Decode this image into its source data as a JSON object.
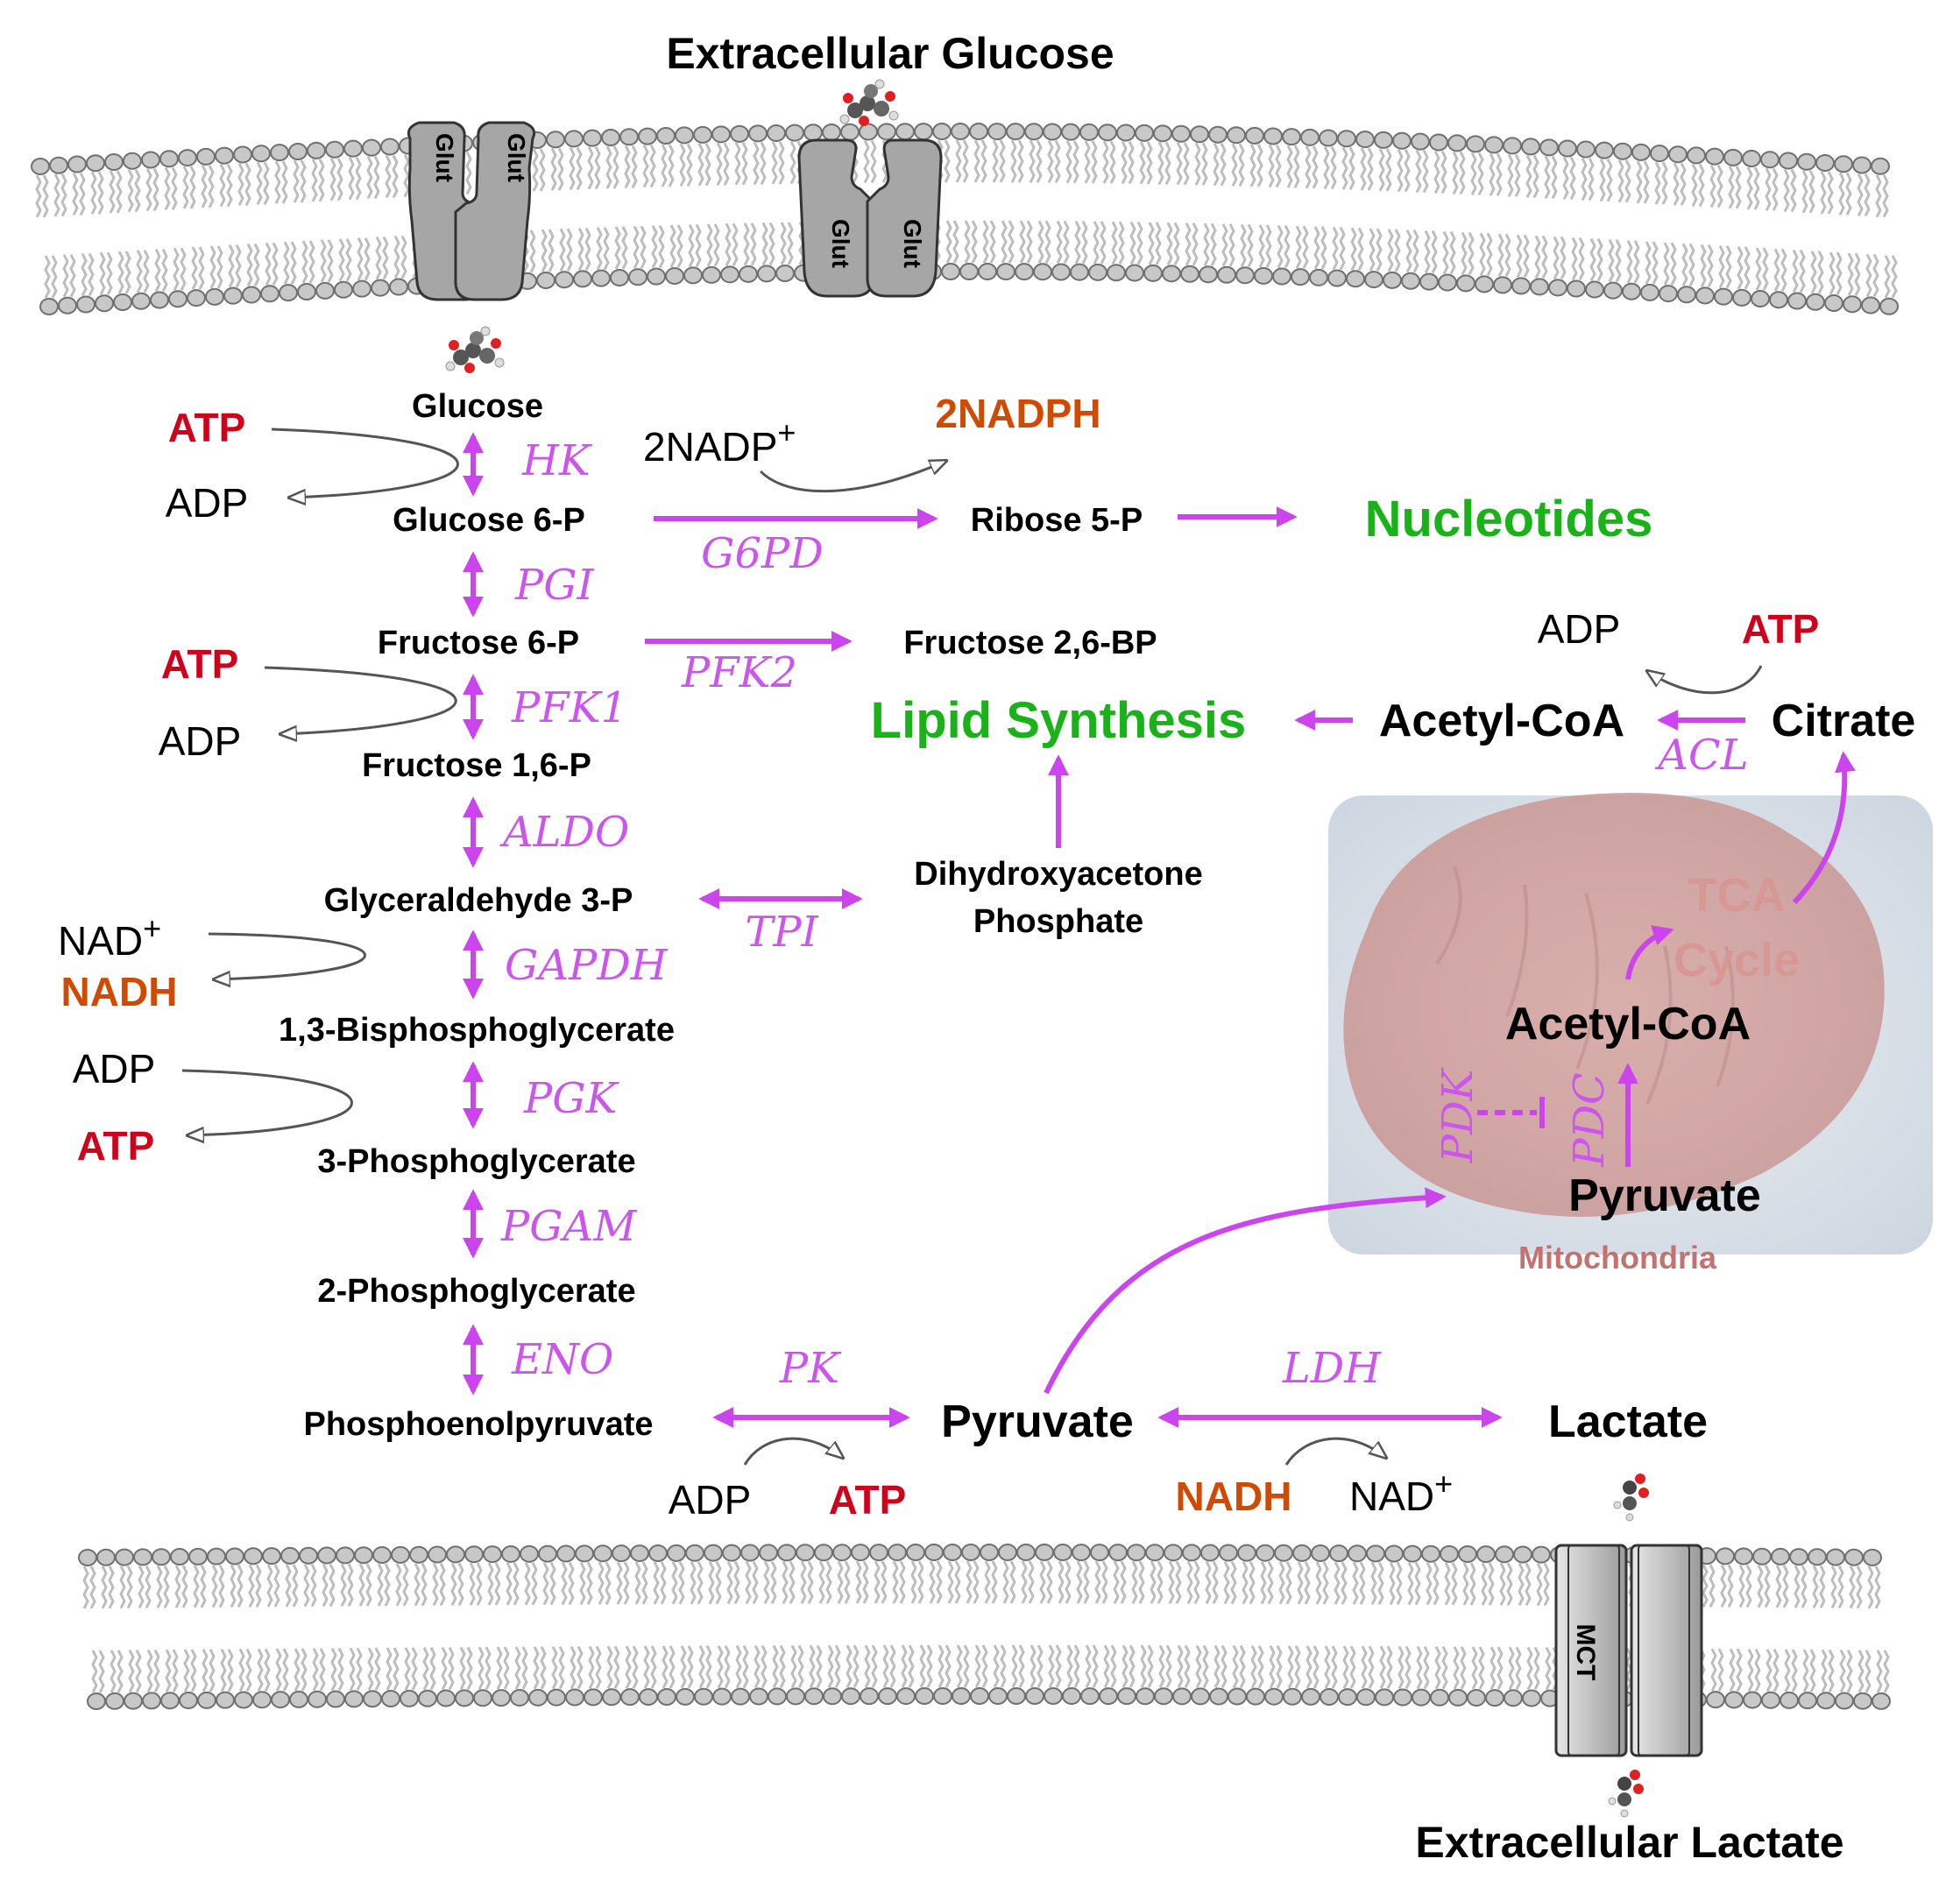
{
  "colors": {
    "enzyme": "#cc55ee",
    "arrow": "#cc44ee",
    "atp": "#d0021b",
    "nadh": "#d04a02",
    "output": "#19b319",
    "black": "#000000",
    "membrane": "#c8c8c8",
    "mito_label": "#c4716f",
    "tca": "#d79894"
  },
  "membrane": {
    "top_title": "Extracellular Glucose",
    "bottom_title": "Extracellular Lactate",
    "glut_label": "Glut",
    "mct_label": "MCT"
  },
  "glycolysis": {
    "glucose": "Glucose",
    "g6p": "Glucose 6-P",
    "f6p": "Fructose 6-P",
    "f16p": "Fructose 1,6-P",
    "g3p": "Glyceraldehyde 3-P",
    "bpg": "1,3-Bisphosphoglycerate",
    "pg3": "3-Phosphoglycerate",
    "pg2": "2-Phosphoglycerate",
    "pep": "Phosphoenolpyruvate",
    "pyruvate": "Pyruvate",
    "lactate": "Lactate"
  },
  "enzymes": {
    "hk": "HK",
    "pgi": "PGI",
    "pfk1": "PFK1",
    "aldo": "ALDO",
    "gapdh": "GAPDH",
    "pgk": "PGK",
    "pgam": "PGAM",
    "eno": "ENO",
    "pk": "PK",
    "ldh": "LDH",
    "g6pd": "G6PD",
    "pfk2": "PFK2",
    "tpi": "TPI",
    "acl": "ACL",
    "pdk": "PDK",
    "pdc": "PDC"
  },
  "branches": {
    "ribose": "Ribose 5-P",
    "nucleotides": "Nucleotides",
    "f26bp": "Fructose 2,6-BP",
    "lipid": "Lipid Synthesis",
    "dhap_line1": "Dihydroxyacetone",
    "dhap_line2": "Phosphate",
    "acetyl_coa": "Acetyl-CoA",
    "citrate": "Citrate",
    "nadp": "2NADP",
    "nadp_sup": "+",
    "nadph": "2NADPH"
  },
  "cofactors": {
    "atp": "ATP",
    "adp": "ADP",
    "nad": "NAD",
    "nad_sup": "+",
    "nadh": "NADH"
  },
  "mitochondria": {
    "label": "Mitochondria",
    "tca_line1": "TCA",
    "tca_line2": "Cycle",
    "acetyl_coa": "Acetyl-CoA",
    "pyruvate": "Pyruvate"
  }
}
